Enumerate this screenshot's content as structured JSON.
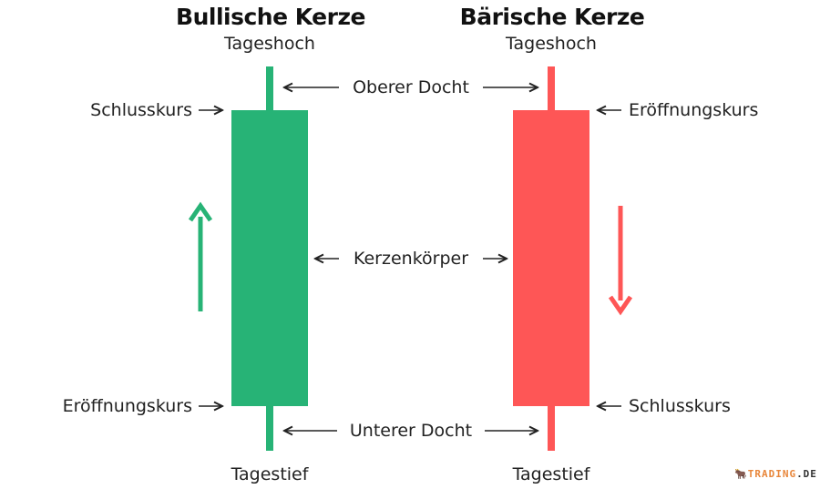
{
  "bullish": {
    "title": "Bullische Kerze",
    "high": "Tageshoch",
    "low": "Tagestief",
    "close": "Schlusskurs",
    "open": "Eröffnungskurs",
    "color": "#27b376"
  },
  "bearish": {
    "title": "Bärische Kerze",
    "high": "Tageshoch",
    "low": "Tagestief",
    "open": "Eröffnungskurs",
    "close": "Schlusskurs",
    "color": "#fe5656"
  },
  "labels": {
    "upper_wick": "Oberer Docht",
    "body": "Kerzenkörper",
    "lower_wick": "Unterer Docht"
  },
  "logo": {
    "text": "TRADING",
    "suffix": ".DE"
  }
}
